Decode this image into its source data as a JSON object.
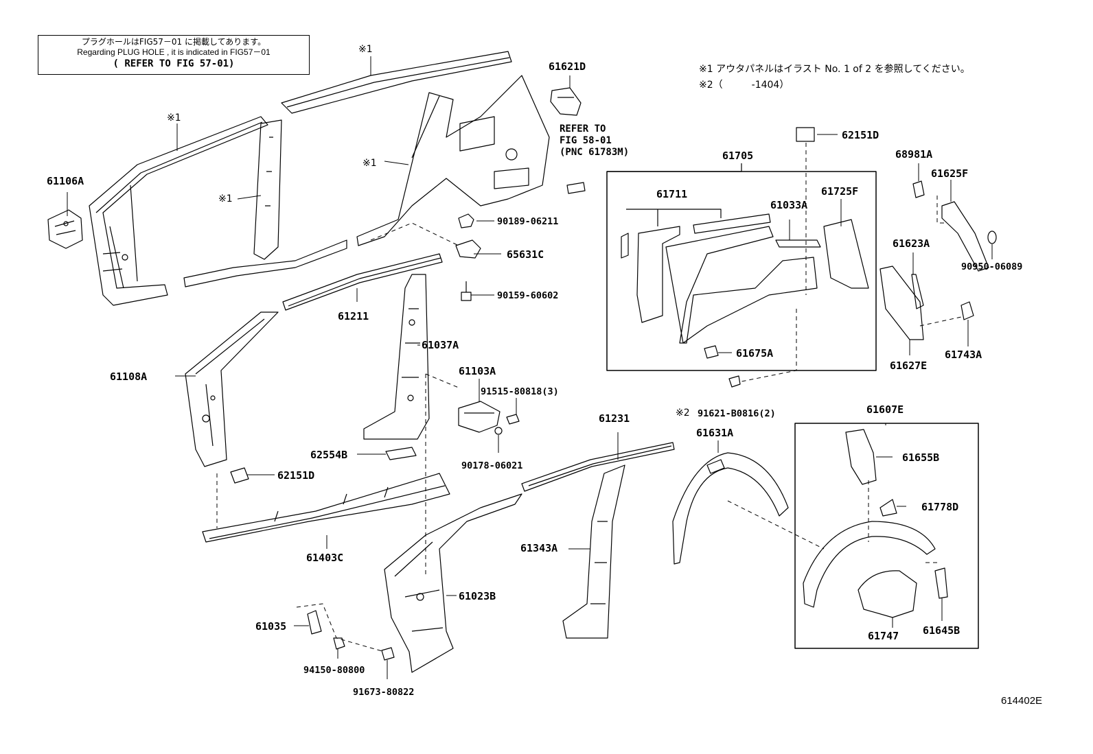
{
  "note": {
    "line1": "プラグホールはFIG57－01 に掲載してあります。",
    "line2": "Regarding PLUG HOLE , it is indicated in FIG57－01",
    "line3": "( REFER TO FIG 57-01)"
  },
  "legend": {
    "line1": "※1 アウタパネルはイラスト No. 1 of 2 を参照してください。",
    "line2": "※2（　　　-1404）"
  },
  "refer": {
    "line1": "REFER TO",
    "line2": "FIG 58-01",
    "line3": "(PNC 61783M)"
  },
  "marks": {
    "mark_a": "※1",
    "mark_b": "※1",
    "mark_c": "※1",
    "mark_d": "※1",
    "mark_e": "※2"
  },
  "parts": {
    "p61106A": "61106A",
    "p61621D": "61621D",
    "p90189": "90189-06211",
    "p65631C": "65631C",
    "p90159": "90159-60602",
    "p61211": "61211",
    "p61037A": "61037A",
    "p61108A": "61108A",
    "p61103A": "61103A",
    "p91515": "91515-80818(3)",
    "p90178": "90178-06021",
    "p62554B": "62554B",
    "p62151D_a": "62151D",
    "p61403C": "61403C",
    "p61231": "61231",
    "p61343A": "61343A",
    "p61023B": "61023B",
    "p61035": "61035",
    "p94150": "94150-80800",
    "p91673": "91673-80822",
    "p62151D_b": "62151D",
    "p61705": "61705",
    "p61711": "61711",
    "p61033A": "61033A",
    "p61725F": "61725F",
    "p61675A": "61675A",
    "p68981A": "68981A",
    "p61625F": "61625F",
    "p90950": "90950-06089",
    "p61623A": "61623A",
    "p61627E": "61627E",
    "p61743A": "61743A",
    "p91621": "91621-B0816(2)",
    "p61631A": "61631A",
    "p61607E": "61607E",
    "p61655B": "61655B",
    "p61778D": "61778D",
    "p61747": "61747",
    "p61645B": "61645B"
  },
  "figure_id": "614402E"
}
